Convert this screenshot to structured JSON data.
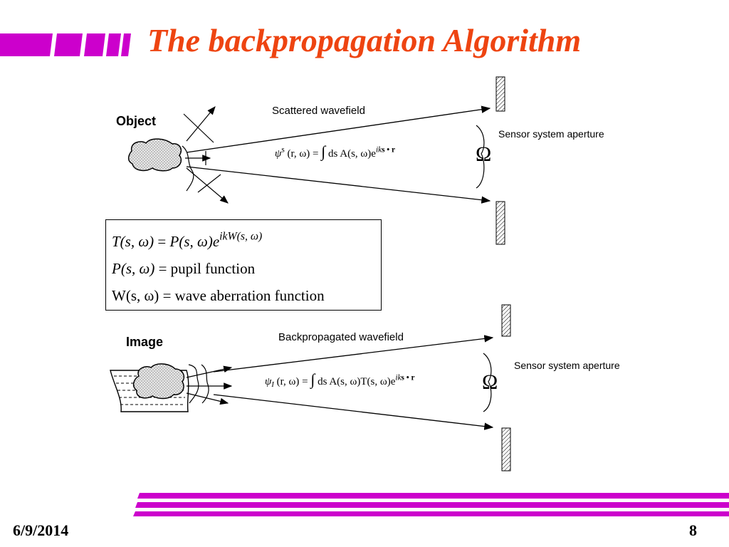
{
  "slide": {
    "title": "The backpropagation Algorithm",
    "footer_date": "6/9/2014",
    "page_number": "8"
  },
  "colors": {
    "accent_magenta": "#cc00cc",
    "title_orange": "#ee4411"
  },
  "top_diagram": {
    "object_label": "Object",
    "scattered_label": "Scattered wavefield",
    "aperture_label": "Sensor system aperture",
    "omega_symbol": "Ω",
    "equation": {
      "lhs": "ψ",
      "lhs_sup": "s",
      "args": "(r, ω)",
      "eq": "=",
      "integral": "∫",
      "rhs_main": "ds A(s, ω)e",
      "exp": "ik",
      "exp_rest": "s • r"
    }
  },
  "equation_box": {
    "line1": {
      "lhs": "T(s, ω)",
      "eq": "=",
      "rhs": "P(s, ω)e",
      "exp": "ikW(s, ω)"
    },
    "line2": {
      "lhs": "P(s, ω)",
      "eq": "=",
      "rhs": "pupil  function"
    },
    "line3": {
      "lhs": "W(s, ω)",
      "eq": "=",
      "rhs": "wave aberration function"
    }
  },
  "bottom_diagram": {
    "image_label": "Image",
    "backprop_label": "Backpropagated wavefield",
    "aperture_label": "Sensor system aperture",
    "omega_symbol": "Ω",
    "equation": {
      "lhs": "ψ",
      "lhs_sub": "I",
      "args": "(r, ω)",
      "eq": "=",
      "integral": "∫",
      "rhs_main": "ds A(s, ω)T(s, ω)e",
      "exp": "ik",
      "exp_rest": "s • r"
    }
  }
}
